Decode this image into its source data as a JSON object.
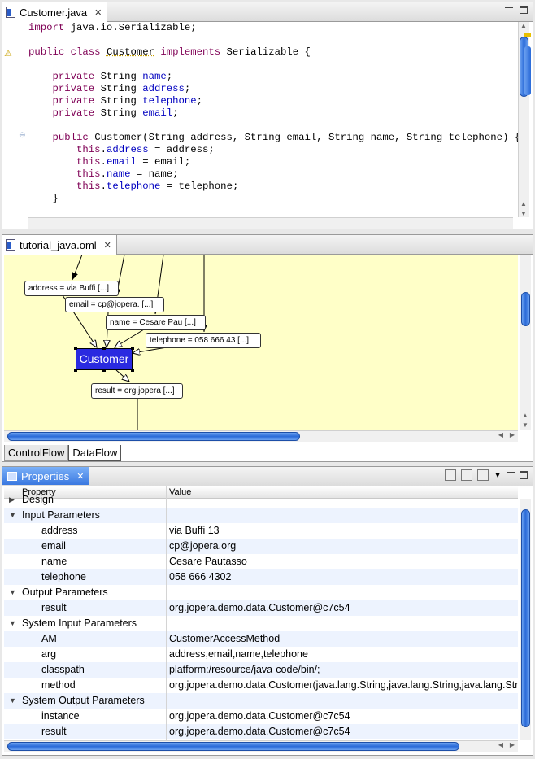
{
  "editor": {
    "tab_label": "Customer.java",
    "code_lines": [
      [
        {
          "t": "import",
          "c": "kw"
        },
        {
          "t": " java.io.Serializable;"
        }
      ],
      [],
      [
        {
          "t": "public class ",
          "c": "kw"
        },
        {
          "t": "Customer",
          "c": "warn"
        },
        {
          "t": " "
        },
        {
          "t": "implements",
          "c": "kw"
        },
        {
          "t": " Serializable {"
        }
      ],
      [],
      [
        {
          "t": "    "
        },
        {
          "t": "private",
          "c": "kw"
        },
        {
          "t": " String "
        },
        {
          "t": "name",
          "c": "fld"
        },
        {
          "t": ";"
        }
      ],
      [
        {
          "t": "    "
        },
        {
          "t": "private",
          "c": "kw"
        },
        {
          "t": " String "
        },
        {
          "t": "address",
          "c": "fld"
        },
        {
          "t": ";"
        }
      ],
      [
        {
          "t": "    "
        },
        {
          "t": "private",
          "c": "kw"
        },
        {
          "t": " String "
        },
        {
          "t": "telephone",
          "c": "fld"
        },
        {
          "t": ";"
        }
      ],
      [
        {
          "t": "    "
        },
        {
          "t": "private",
          "c": "kw"
        },
        {
          "t": " String "
        },
        {
          "t": "email",
          "c": "fld"
        },
        {
          "t": ";"
        }
      ],
      [],
      [
        {
          "t": "    "
        },
        {
          "t": "public",
          "c": "kw"
        },
        {
          "t": " Customer(String address, String email, String name, String telephone) {"
        }
      ],
      [
        {
          "t": "        "
        },
        {
          "t": "this",
          "c": "kw"
        },
        {
          "t": "."
        },
        {
          "t": "address",
          "c": "fld"
        },
        {
          "t": " = address;"
        }
      ],
      [
        {
          "t": "        "
        },
        {
          "t": "this",
          "c": "kw"
        },
        {
          "t": "."
        },
        {
          "t": "email",
          "c": "fld"
        },
        {
          "t": " = email;"
        }
      ],
      [
        {
          "t": "        "
        },
        {
          "t": "this",
          "c": "kw"
        },
        {
          "t": "."
        },
        {
          "t": "name",
          "c": "fld"
        },
        {
          "t": " = name;"
        }
      ],
      [
        {
          "t": "        "
        },
        {
          "t": "this",
          "c": "kw"
        },
        {
          "t": "."
        },
        {
          "t": "telephone",
          "c": "fld"
        },
        {
          "t": " = telephone;"
        }
      ],
      [
        {
          "t": "    }"
        }
      ]
    ]
  },
  "diagram": {
    "tab_label": "tutorial_java.oml",
    "nodes": {
      "address": "address = via Buffi  [...]",
      "email": "email = cp@jopera. [...]",
      "name": "name = Cesare Pau [...]",
      "telephone": "telephone = 058 666 43 [...]",
      "customer": "Customer",
      "result": "result = org.jopera [...]"
    },
    "bottom_tabs": [
      "ControlFlow",
      "DataFlow"
    ],
    "active_tab": "DataFlow"
  },
  "properties": {
    "tab_label": "Properties",
    "col_property": "Property",
    "col_value": "Value",
    "rows": [
      {
        "key": "Design",
        "value": "",
        "level": 0,
        "expanded": false
      },
      {
        "key": "Input Parameters",
        "value": "",
        "level": 0,
        "expanded": true
      },
      {
        "key": "address",
        "value": "via Buffi 13",
        "level": 1
      },
      {
        "key": "email",
        "value": "cp@jopera.org",
        "level": 1
      },
      {
        "key": "name",
        "value": "Cesare Pautasso",
        "level": 1
      },
      {
        "key": "telephone",
        "value": "058 666 4302",
        "level": 1
      },
      {
        "key": "Output Parameters",
        "value": "",
        "level": 0,
        "expanded": true
      },
      {
        "key": "result",
        "value": "org.jopera.demo.data.Customer@c7c54",
        "level": 1
      },
      {
        "key": "System Input Parameters",
        "value": "",
        "level": 0,
        "expanded": true
      },
      {
        "key": "AM",
        "value": "CustomerAccessMethod",
        "level": 1
      },
      {
        "key": "arg",
        "value": "address,email,name,telephone",
        "level": 1
      },
      {
        "key": "classpath",
        "value": "platform:/resource/java-code/bin/;",
        "level": 1
      },
      {
        "key": "method",
        "value": "org.jopera.demo.data.Customer(java.lang.String,java.lang.String,java.lang.String,java.lang.String)",
        "level": 1
      },
      {
        "key": "System Output Parameters",
        "value": "",
        "level": 0,
        "expanded": true
      },
      {
        "key": "instance",
        "value": "org.jopera.demo.data.Customer@c7c54",
        "level": 1
      },
      {
        "key": "result",
        "value": "org.jopera.demo.data.Customer@c7c54",
        "level": 1
      }
    ]
  }
}
